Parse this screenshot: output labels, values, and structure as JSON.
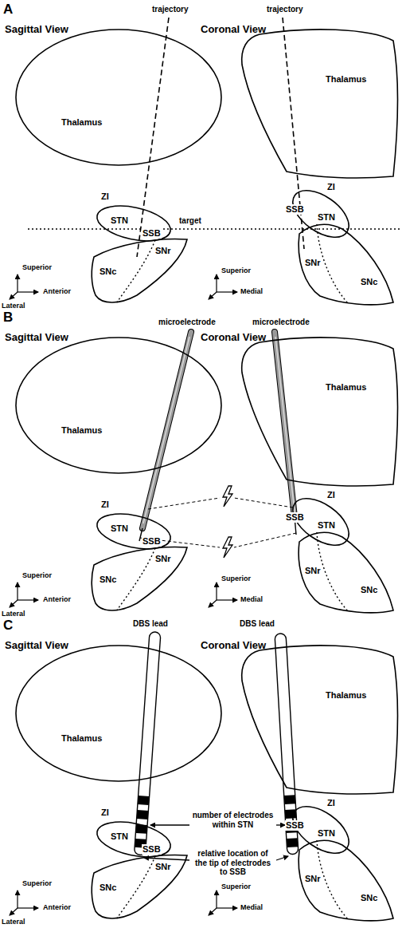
{
  "diagram": {
    "nodes": [
      {
        "text": [
          "Thalamus"
        ]
      },
      {
        "text": [
          "ZI",
          "STN",
          "SSB"
        ]
      },
      {
        "text": [
          "SNr",
          "SNc"
        ]
      },
      {
        "text": [
          "Thalamus"
        ]
      },
      {
        "text": [
          "ZI",
          "SSB",
          "STN"
        ]
      },
      {
        "text": [
          "SNr",
          "SNc"
        ]
      },
      {
        "text": [
          "Thalamus"
        ]
      },
      {
        "text": [
          "ZI",
          "STN",
          "SSB"
        ]
      },
      {
        "text": [
          "SNr",
          "SNc"
        ]
      },
      {
        "text": [
          "Thalamus"
        ]
      },
      {
        "text": [
          "ZI",
          "SSB",
          "STN"
        ]
      },
      {
        "text": [
          "SNr",
          "SNc"
        ]
      },
      {
        "text": [
          "Thalamus"
        ]
      },
      {
        "text": [
          "ZI",
          "STN",
          "SSB"
        ]
      },
      {
        "text": [
          "SNr",
          "SNc"
        ]
      },
      {
        "text": [
          "Thalamus"
        ]
      },
      {
        "text": [
          "ZI",
          "SSB",
          "STN"
        ]
      },
      {
        "text": [
          "SNr",
          "SNc"
        ]
      }
    ],
    "labels": [
      "A",
      "Sagittal View",
      "Coronal View",
      "trajectory",
      "trajectory",
      "target",
      "Superior",
      "Lateral",
      "Anterior",
      "Superior",
      "Medial",
      "B",
      "Sagittal View",
      "Coronal View",
      "microelectrode",
      "microelectrode",
      "Superior",
      "Lateral",
      "Anterior",
      "Superior",
      "Medial",
      "C",
      "Sagittal View",
      "Coronal View",
      "DBS lead",
      "DBS lead",
      "number of electrodes within STN",
      "relative location of the tip of electrodes to SSB",
      "Superior",
      "Lateral",
      "Anterior",
      "Superior",
      "Medial"
    ]
  }
}
